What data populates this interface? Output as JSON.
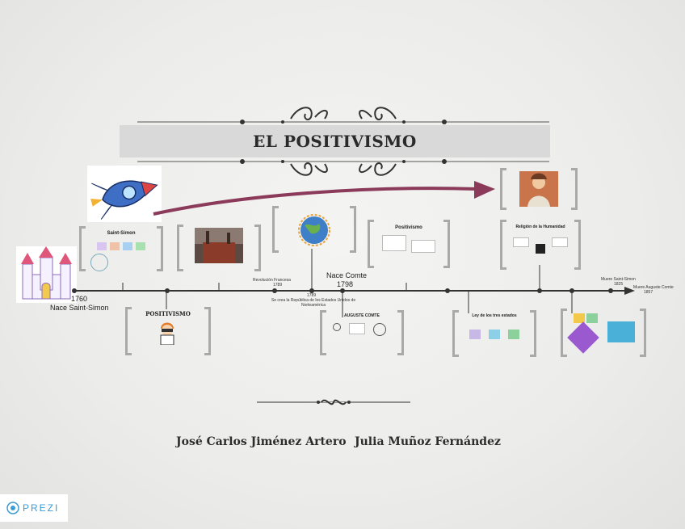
{
  "title": "EL POSITIVISMO",
  "authors": {
    "author1": "José Carlos Jiménez Artero",
    "author2": "Julia Muñoz Fernández"
  },
  "timeline": {
    "start_year": "1760",
    "start_label": "Nace Saint-Simon",
    "comte_label": "Nace Comte",
    "comte_year": "1798",
    "event_1789": "1789",
    "event_1789_label": "Revolución Francesa",
    "event_1789b": "1789",
    "event_usa": "Se crea la República de los Estados Unidos de Norteamérica",
    "end_label_1": "Muere Saint-Simon",
    "end_year_1": "1825",
    "end_label_2": "Muere Auguste Comte",
    "end_year_2": "1857"
  },
  "cards": {
    "saint_simon_title": "Saint-Simon",
    "positivismo_label": "POSITIVISMO",
    "positivismo_card_title": "Positivismo",
    "comte_card_title": "AUGUSTE COMTE",
    "tres_estados_title": "Ley de los tres estados",
    "jesus_title": "Religión de la Humanidad"
  },
  "badge": {
    "label": "PREZI"
  },
  "colors": {
    "arrow": "#8b3a5a",
    "frame": "#a9a9a9",
    "title_bar": "#d9d9d9",
    "prezi": "#3a9bd5"
  }
}
